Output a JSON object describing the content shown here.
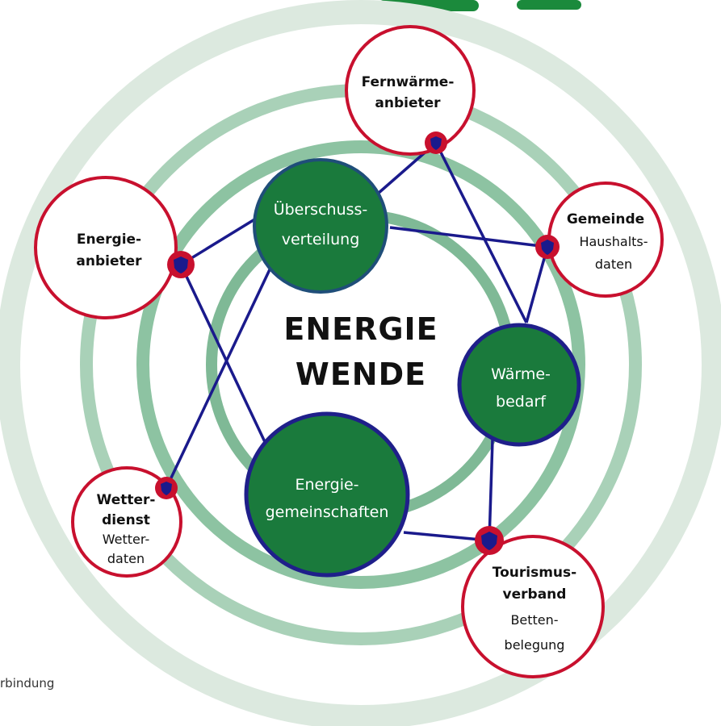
{
  "colors": {
    "outer_ring": "#dce9df",
    "ring_2": "#a9d1b8",
    "ring_3": "#8dc3a2",
    "ring_4": "#7fb996",
    "hub_fill": "#1a7a3c",
    "hub_stroke_1": "#1f4e79",
    "hub_stroke_2": "#1f1f8a",
    "stakeholder_stroke": "#c8102e",
    "connector": "#1a1a8c",
    "node_fill": "#c8102e",
    "shield": "#1a1a8c",
    "title_green": "#1b8a3c"
  },
  "center": {
    "line1": "ENERGIE",
    "line2": "WENDE"
  },
  "hubs": [
    {
      "id": "ueberschuss",
      "line1": "Überschuss-",
      "line2": "verteilung"
    },
    {
      "id": "waerme",
      "line1": "Wärme-",
      "line2": "bedarf"
    },
    {
      "id": "gemeinschaften",
      "line1": "Energie-",
      "line2": "gemeinschaften"
    }
  ],
  "stakeholders": {
    "fernwaerme": {
      "line1": "Fernwärme-",
      "line2": "anbieter"
    },
    "energieanbieter": {
      "line1": "Energie-",
      "line2": "anbieter"
    },
    "gemeinde": {
      "name": "Gemeinde",
      "sub1": "Haushalts-",
      "sub2": "daten"
    },
    "wetter": {
      "name1": "Wetter-",
      "name2": "dienst",
      "sub1": "Wetter-",
      "sub2": "daten"
    },
    "tourismus": {
      "name1": "Tourismus-",
      "name2": "verband",
      "sub1": "Betten-",
      "sub2": "belegung"
    }
  },
  "icons": {
    "connection_node": "shield-icon"
  },
  "footer": {
    "fragment": "rbindung"
  }
}
